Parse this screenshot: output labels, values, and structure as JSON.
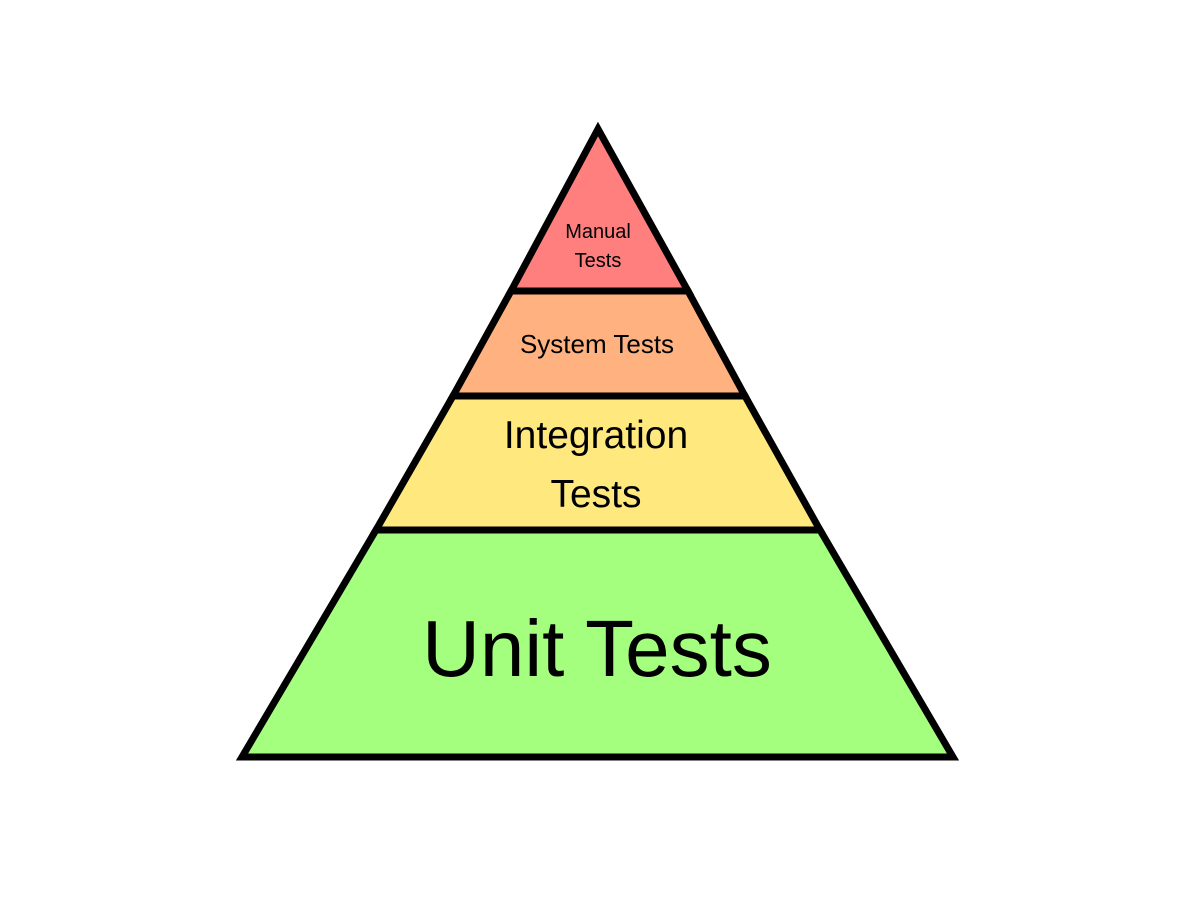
{
  "pyramid": {
    "layers": [
      {
        "lines": [
          "Manual",
          "Tests"
        ],
        "color": "#ff7f7f"
      },
      {
        "lines": [
          "System Tests"
        ],
        "color": "#ffb27f"
      },
      {
        "lines": [
          "Integration",
          "Tests"
        ],
        "color": "#ffe97f"
      },
      {
        "lines": [
          "Unit Tests"
        ],
        "color": "#a5ff7f"
      }
    ]
  }
}
